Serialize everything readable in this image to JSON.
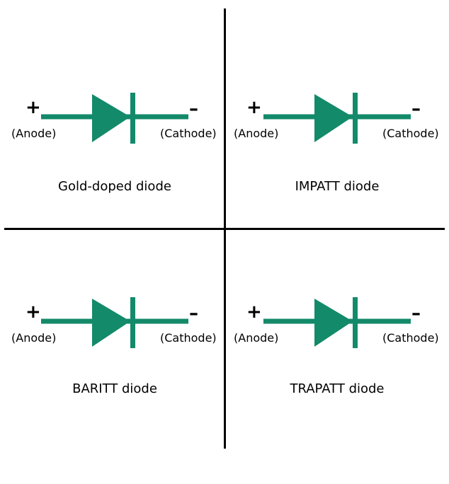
{
  "symbol": {
    "color": "#138a6a",
    "plus_sign": "+",
    "minus_sign": "–",
    "anode_label": "(Anode)",
    "cathode_label": "(Cathode)"
  },
  "panels": [
    {
      "caption": "Gold-doped diode"
    },
    {
      "caption": "IMPATT diode"
    },
    {
      "caption": "BARITT diode"
    },
    {
      "caption": "TRAPATT diode"
    }
  ]
}
